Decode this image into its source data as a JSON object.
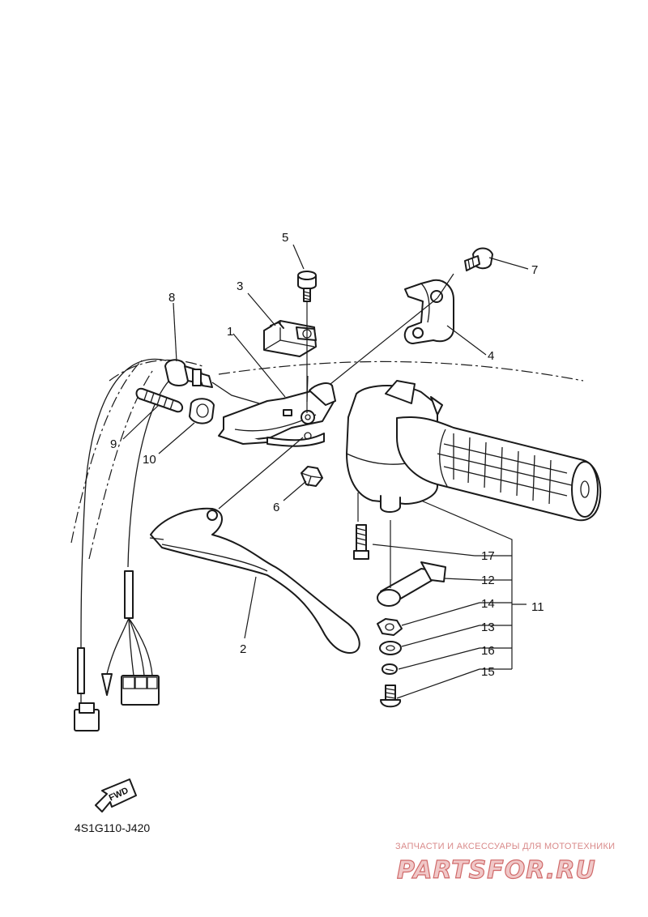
{
  "diagram": {
    "callouts": {
      "p1": "1",
      "p2": "2",
      "p3": "3",
      "p4": "4",
      "p5": "5",
      "p6": "6",
      "p7": "7",
      "p8": "8",
      "p9": "9",
      "p10": "10",
      "p11": "11",
      "p12": "12",
      "p13": "13",
      "p14": "14",
      "p15": "15",
      "p16": "16",
      "p17": "17"
    },
    "fwd_label": "FWD",
    "drawing_code": "4S1G110-J420"
  },
  "watermark": {
    "subtitle": "ЗАПЧАСТИ И АКСЕССУАРЫ ДЛЯ МОТОТЕХНИКИ",
    "brand": "PARTSFOR.RU",
    "color": "#d06a6a"
  }
}
